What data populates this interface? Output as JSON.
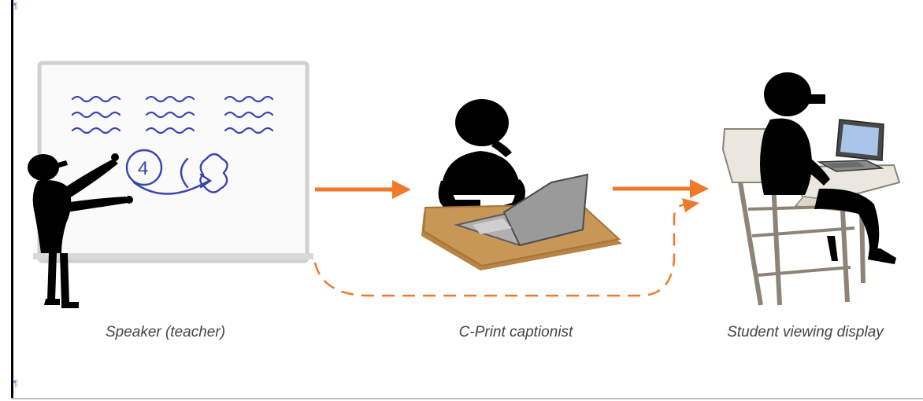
{
  "figure": {
    "captions": {
      "speaker": "Speaker (teacher)",
      "captionist": "C-Print captionist",
      "student": "Student viewing display"
    },
    "board_writing": "4",
    "colors": {
      "arrow": "#f07a2a",
      "board_ink": "#3a44b0",
      "silhouette": "#000000",
      "desk_wood": "#c89655",
      "laptop": "#9a9a9a"
    }
  }
}
